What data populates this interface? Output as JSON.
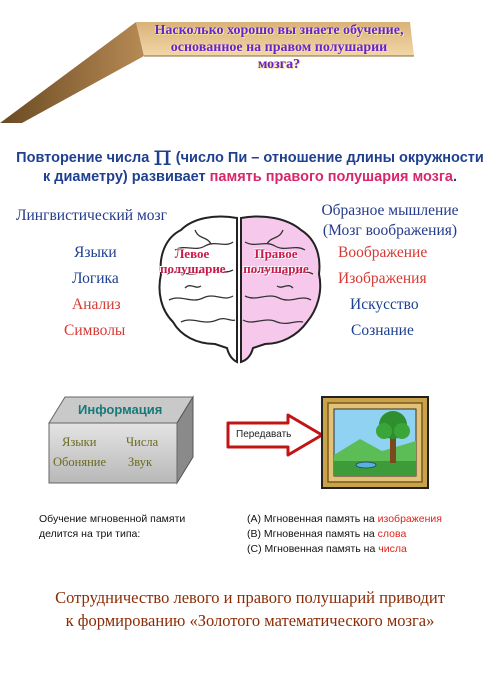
{
  "banner": {
    "line1": "Насколько хорошо вы знаете обучение,",
    "line2": "основанное на правом полушарии мозга?"
  },
  "intro": {
    "before_pi": "Повторение числа",
    "pi_symbol": "π",
    "after_pi": "(число Пи – отношение длины окружности",
    "line2_start": "к диаметру) развивает",
    "highlight": "память правого полушария мозга",
    "end": "."
  },
  "left_brain": {
    "heading": "Лингвистический мозг",
    "label_line1": "Левое",
    "label_line2": "полушарие",
    "items": [
      "Языки",
      "Логика",
      "Анализ",
      "Символы"
    ]
  },
  "right_brain": {
    "heading_line1": "Образное мышление",
    "heading_line2": "(Мозг воображения)",
    "label_line1": "Правое",
    "label_line2": "полушарие",
    "items": [
      "Воображение",
      "Изображения",
      "Искусство",
      "Сознание"
    ]
  },
  "info_box": {
    "title": "Информация",
    "words": [
      "Языки",
      "Числа",
      "Обоняние",
      "Звук"
    ]
  },
  "arrow_label": "Передавать",
  "memory_types": {
    "intro_line1": "Обучение мгновенной памяти",
    "intro_line2": "делится на три типа:",
    "items": [
      {
        "prefix": "(A) Мгновенная память на",
        "highlight": "изображения"
      },
      {
        "prefix": "(B) Мгновенная память на",
        "highlight": "слова"
      },
      {
        "prefix": "(C) Мгновенная память на",
        "highlight": "числа"
      }
    ]
  },
  "conclusion": {
    "line1": "Сотрудничество левого и правого полушарий приводит",
    "line2": "к формированию «Золотого математического мозга»"
  },
  "colors": {
    "dark_blue": "#1d3f8f",
    "red": "#d63a34",
    "pink": "#d8266b",
    "brown": "#8b2c06",
    "teal": "#167a7a"
  }
}
